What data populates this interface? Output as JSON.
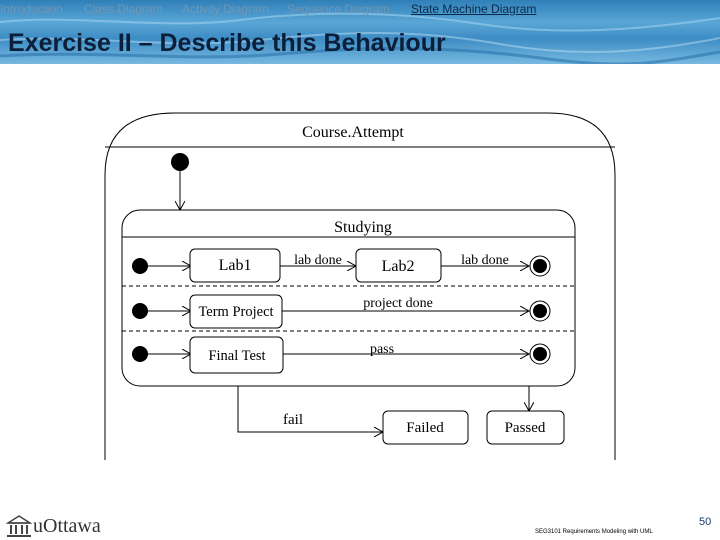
{
  "nav": {
    "items": [
      "Introduction",
      "Class Diagram",
      "Activity Diagram",
      "Sequence Diagram",
      "State Machine Diagram"
    ],
    "active_index": 4
  },
  "slide": {
    "title": "Exercise II – Describe this Behaviour"
  },
  "diagram": {
    "outer_state": "Course.Attempt",
    "composite_state": "Studying",
    "states": {
      "lab1": "Lab1",
      "lab2": "Lab2",
      "term_project": "Term Project",
      "final_test": "Final Test",
      "failed": "Failed",
      "passed": "Passed"
    },
    "transitions": {
      "lab1_to_lab2": "lab done",
      "lab2_to_final": "lab done",
      "project_done": "project done",
      "pass": "pass",
      "fail": "fail"
    }
  },
  "footer": {
    "logo_text": "uOttawa",
    "page_number": "50",
    "course_label": "SEG3101 Requirements Modeling with UML"
  }
}
